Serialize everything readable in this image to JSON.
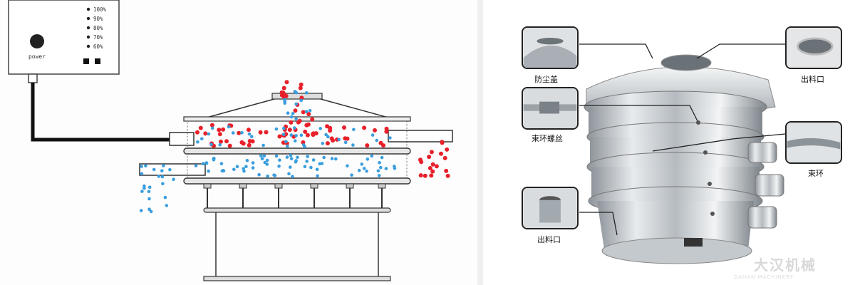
{
  "control_box": {
    "dial_labels": [
      "100%",
      "90%",
      "80%",
      "70%",
      "60%"
    ],
    "power_label": "power"
  },
  "callouts": {
    "dust_cover": "防尘盖",
    "outlet_top": "出料口",
    "clamp_screw": "束环螺丝",
    "clamp_ring": "束环",
    "outlet_side": "出料口"
  },
  "watermark": {
    "brand_cn": "大汉机械",
    "brand_en": "DAHAN MACHINERY"
  },
  "colors": {
    "coarse_particle": "#e8202a",
    "fine_particle": "#3a9ede",
    "steel": "#c8ccd0",
    "line": "#222222"
  }
}
